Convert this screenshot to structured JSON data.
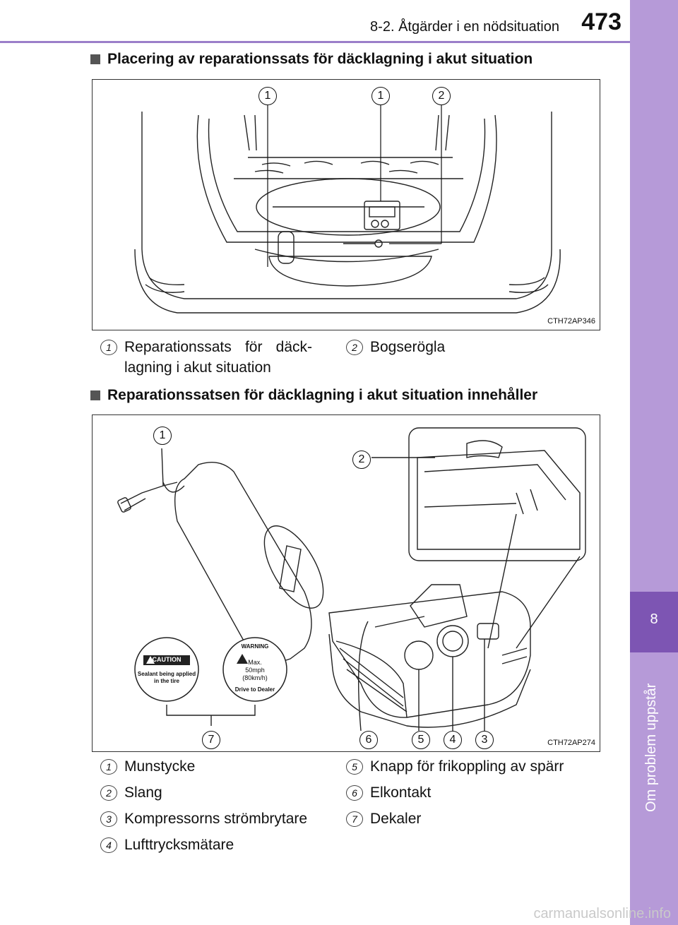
{
  "header": {
    "section": "8-2. Åtgärder i en nödsituation",
    "page_number": "473"
  },
  "side_tab": {
    "chapter_number": "8",
    "chapter_title": "Om problem uppstår"
  },
  "section1": {
    "heading": "Placering av reparationssats för däcklagning i akut situation",
    "figure_code": "CTH72AP346",
    "callouts": [
      "1",
      "1",
      "2"
    ],
    "legend": [
      {
        "num": "1",
        "text": "Reparationssats för däck-lagning i akut situation"
      },
      {
        "num": "2",
        "text": "Bogserögla"
      }
    ]
  },
  "section2": {
    "heading": "Reparationssatsen för däcklagning i akut situation innehåller",
    "figure_code": "CTH72AP274",
    "callouts": [
      "1",
      "2",
      "7",
      "6",
      "5",
      "4",
      "3"
    ],
    "decal_caution": {
      "title": "CAUTION",
      "line1": "Sealant being applied",
      "line2": "in the tire"
    },
    "decal_warning": {
      "title": "WARNING",
      "line1": "Max.",
      "line2": "50mph",
      "line3": "(80km/h)",
      "bottom": "Drive to Dealer"
    },
    "legend": [
      {
        "num": "1",
        "text": "Munstycke"
      },
      {
        "num": "2",
        "text": "Slang"
      },
      {
        "num": "3",
        "text": "Kompressorns strömbrytare"
      },
      {
        "num": "4",
        "text": "Lufttrycksmätare"
      },
      {
        "num": "5",
        "text": "Knapp för frikoppling av spärr"
      },
      {
        "num": "6",
        "text": "Elkontakt"
      },
      {
        "num": "7",
        "text": "Dekaler"
      }
    ]
  },
  "watermark": "carmanualsonline.info"
}
